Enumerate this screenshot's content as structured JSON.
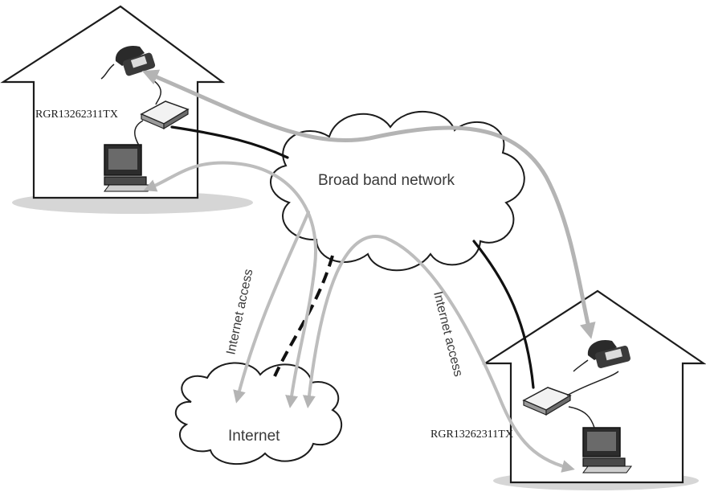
{
  "diagram": {
    "cloud_broadband_label": "Broad band network",
    "cloud_internet_label": "Internet",
    "internet_access_left_label": "Internet access",
    "internet_access_right_label": "Internet access",
    "gateway_top_label": "RGR13262311TX",
    "gateway_bottom_label": "RGR13262311TX"
  },
  "colors": {
    "house_stroke": "#1c1c1c",
    "grey_flow": "#b4b4b4",
    "black_link": "#111111",
    "shadow": "#d6d6d6"
  }
}
